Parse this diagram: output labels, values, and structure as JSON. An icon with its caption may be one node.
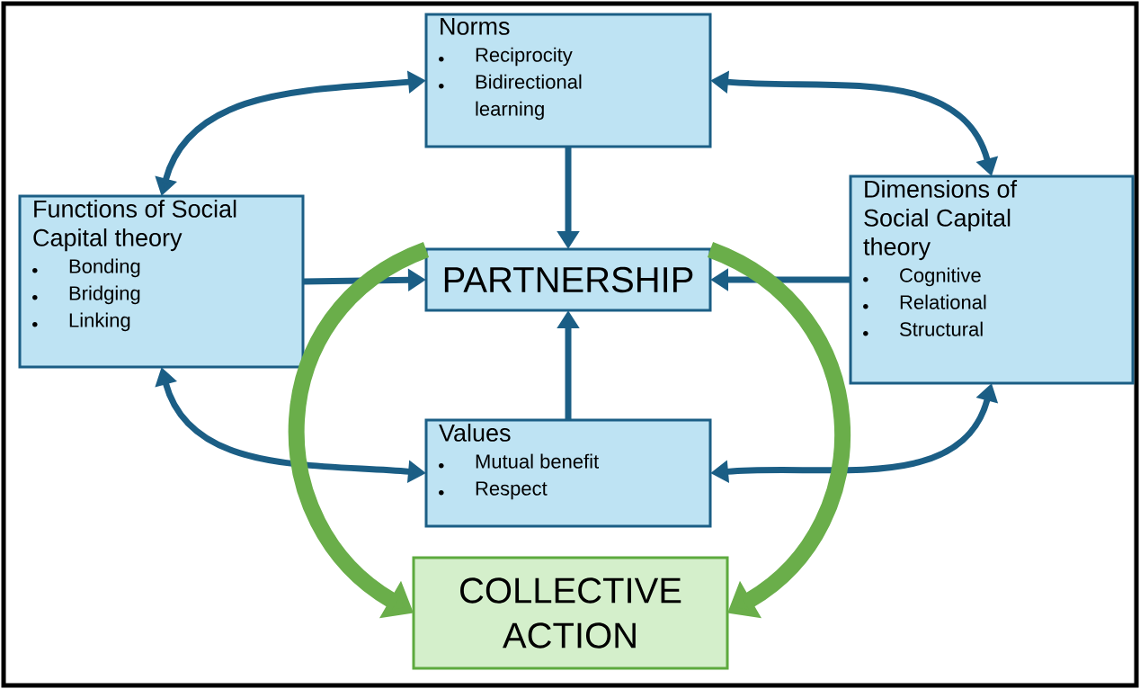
{
  "diagram": {
    "nodes": [
      {
        "text": [
          "Norms",
          "Reciprocity",
          "Bidirectional learning"
        ]
      },
      {
        "text": [
          "Functions of Social Capital theory",
          "Bonding",
          "Bridging",
          "Linking"
        ]
      },
      {
        "text": [
          "Dimensions of Social Capital theory",
          "Cognitive",
          "Relational",
          "Structural"
        ]
      },
      {
        "text": [
          "PARTNERSHIP"
        ]
      },
      {
        "text": [
          "Values",
          "Mutual benefit",
          "Respect"
        ]
      },
      {
        "text": [
          "COLLECTIVE ACTION"
        ]
      }
    ],
    "edges": [
      {
        "from": 0,
        "to": 1,
        "arrow": "both"
      },
      {
        "from": 0,
        "to": 2,
        "arrow": "both"
      },
      {
        "from": 0,
        "to": 3,
        "arrow": "to"
      },
      {
        "from": 1,
        "to": 3,
        "arrow": "to"
      },
      {
        "from": 2,
        "to": 3,
        "arrow": "to"
      },
      {
        "from": 4,
        "to": 3,
        "arrow": "to"
      },
      {
        "from": 1,
        "to": 4,
        "arrow": "both"
      },
      {
        "from": 2,
        "to": 4,
        "arrow": "both"
      },
      {
        "from": 3,
        "to": 5,
        "arrow": "to",
        "style": "thick",
        "color": "#6aae4a"
      },
      {
        "from": 3,
        "to": 5,
        "arrow": "to",
        "style": "thick",
        "color": "#6aae4a"
      }
    ]
  }
}
